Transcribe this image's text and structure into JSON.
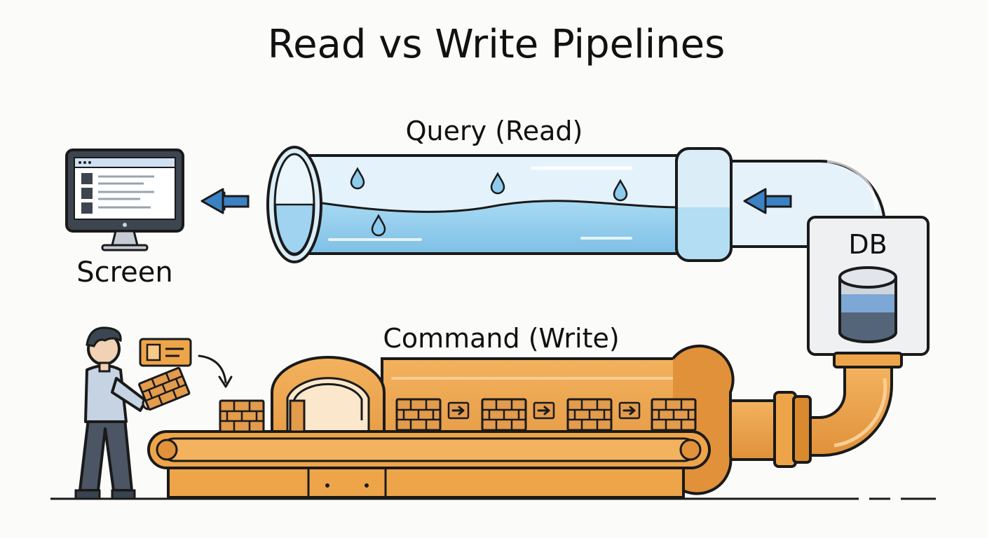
{
  "title": "Read vs Write Pipelines",
  "query": {
    "label": "Query (Read)"
  },
  "command": {
    "label": "Command (Write)"
  },
  "screen": {
    "label": "Screen"
  },
  "database": {
    "label": "DB"
  },
  "colors": {
    "read_pipe": "#d7ecf8",
    "read_water": "#8ccbec",
    "write_pipe": "#eea54a",
    "write_dark": "#d98a2e",
    "brick": "#e39b4c",
    "arrow_blue": "#3b82c4",
    "outline": "#1a1a1a"
  },
  "icons": [
    "monitor-icon",
    "database-icon",
    "person-icon",
    "document-card-icon",
    "brick-icon",
    "arrow-right-icon",
    "arrow-left-icon",
    "water-drop-icon"
  ]
}
